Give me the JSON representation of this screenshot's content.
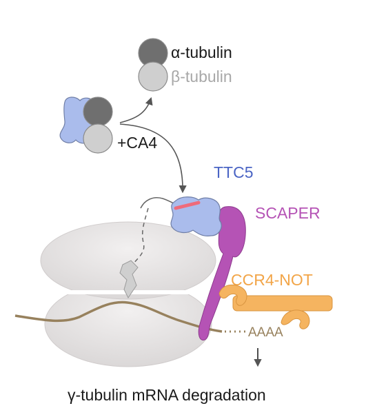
{
  "labels": {
    "alpha_tubulin": "α-tubulin",
    "beta_tubulin": "β-tubulin",
    "drug": "+CA4",
    "ttc5": "TTC5",
    "scaper": "SCAPER",
    "ccr4_not": "CCR4-NOT",
    "polya": "AAAA",
    "outcome": "γ-tubulin mRNA degradation"
  },
  "colors": {
    "alpha_tubulin": "#6f6f6f",
    "beta_tubulin": "#cfcfcf",
    "ttc5": "#aabcec",
    "scaper": "#b553b5",
    "ccr4_not": "#f5b460",
    "mrna": "#97815d",
    "ribosome": "#e6e3e3",
    "nascent_chain": "#cfcfcf",
    "binding_site": "#ef6b7b"
  }
}
